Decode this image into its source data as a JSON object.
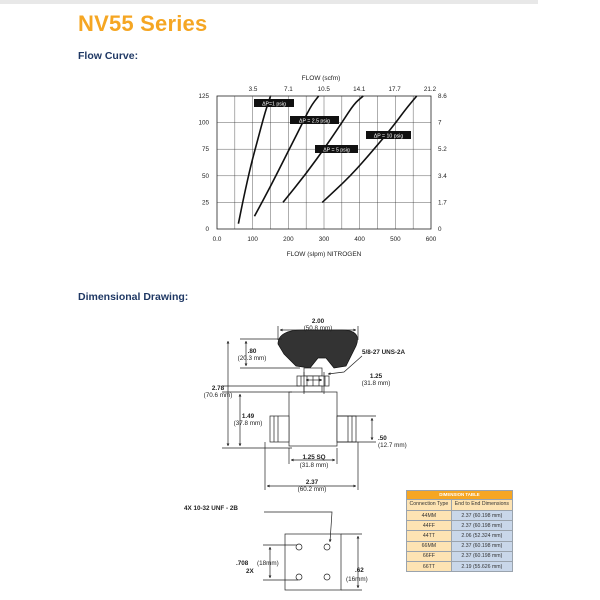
{
  "title": "NV55 Series",
  "sections": {
    "flow_curve": "Flow Curve:",
    "dimensional": "Dimensional Drawing:"
  },
  "chart_data": {
    "type": "line",
    "title": "",
    "x_top_label": "FLOW (scfm)",
    "x_top_ticks": [
      "3.5",
      "7.1",
      "10.5",
      "14.1",
      "17.7",
      "21.2"
    ],
    "xlabel": "FLOW (slpm) NITROGEN",
    "x_ticks": [
      "0.0",
      "100",
      "200",
      "300",
      "400",
      "500",
      "600"
    ],
    "xlim": [
      0,
      600
    ],
    "y_ticks_left": [
      "0",
      "25",
      "50",
      "75",
      "100",
      "125"
    ],
    "y_ticks_right": [
      "0",
      "1.7",
      "3.4",
      "5.2",
      "7",
      "8.6"
    ],
    "ylim": [
      0,
      125
    ],
    "grid": true,
    "series": [
      {
        "name": "ΔP=1 psig",
        "x": [
          60,
          75,
          95,
          115,
          135,
          150
        ],
        "y": [
          5,
          30,
          60,
          85,
          110,
          125
        ]
      },
      {
        "name": "ΔP = 2.5 psig",
        "x": [
          105,
          150,
          195,
          230,
          262,
          285
        ],
        "y": [
          12,
          40,
          70,
          93,
          115,
          125
        ]
      },
      {
        "name": "ΔP = 5 psig",
        "x": [
          185,
          250,
          310,
          350,
          385,
          410
        ],
        "y": [
          25,
          52,
          80,
          100,
          118,
          125
        ]
      },
      {
        "name": "ΔP = 10 psig",
        "x": [
          295,
          375,
          440,
          490,
          530,
          560
        ],
        "y": [
          25,
          50,
          75,
          95,
          113,
          125
        ]
      }
    ]
  },
  "drawing": {
    "dim_200": "2.00",
    "dim_200_mm": "(50.8 mm)",
    "dim_80": ".80",
    "dim_80_mm": "(20.3 mm)",
    "thread": "5/8-27 UNS-2A",
    "dim_125": "1.25",
    "dim_125_mm": "(31.8 mm)",
    "dim_278": "2.78",
    "dim_278_mm": "(70.6 mm)",
    "dim_149": "1.49",
    "dim_149_mm": "(37.8 mm)",
    "dim_50": ".50",
    "dim_50_mm": "(12.7 mm)",
    "dim_125sq": "1.25 SQ",
    "dim_125sq_mm": "(31.8 mm)",
    "dim_237": "2.37",
    "dim_237_mm": "(60.2 mm)",
    "screw_note": "4X 10-32 UNF - 2B",
    "dim_708": ".708",
    "dim_708_mm": "(18mm)",
    "dim_2x": "2X",
    "dim_62": ".62",
    "dim_62_mm": "(16mm)"
  },
  "dimension_table": {
    "caption": "DIMENSION TABLE",
    "headers": [
      "Connection Type",
      "End to End Dimensions"
    ],
    "rows": [
      [
        "44MM",
        "2.37 (60.198 mm)"
      ],
      [
        "44FF",
        "2.37 (60.198 mm)"
      ],
      [
        "44TT",
        "2.06 (52.324 mm)"
      ],
      [
        "66MM",
        "2.37 (60.198 mm)"
      ],
      [
        "66FF",
        "2.37 (60.198 mm)"
      ],
      [
        "66TT",
        "2.19 (55.626 mm)"
      ]
    ]
  },
  "colors": {
    "title": "#f5a623",
    "heading": "#1f3864",
    "table_header": "#f6a623",
    "table_left": "#fde3b3",
    "table_right": "#c9d7ea"
  }
}
